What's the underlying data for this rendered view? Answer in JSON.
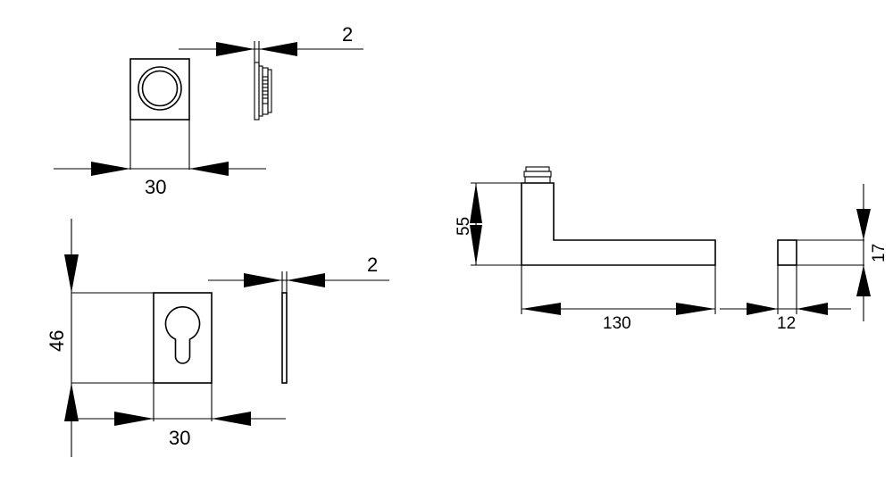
{
  "dimensions": {
    "rose_gap": "2",
    "rose_width": "30",
    "escutcheon_gap": "2",
    "escutcheon_height": "46",
    "escutcheon_width": "30",
    "handle_height": "55",
    "handle_length": "130",
    "handle_profile_width": "12",
    "handle_profile_height": "17"
  },
  "colors": {
    "line": "#000000",
    "background": "#ffffff"
  }
}
